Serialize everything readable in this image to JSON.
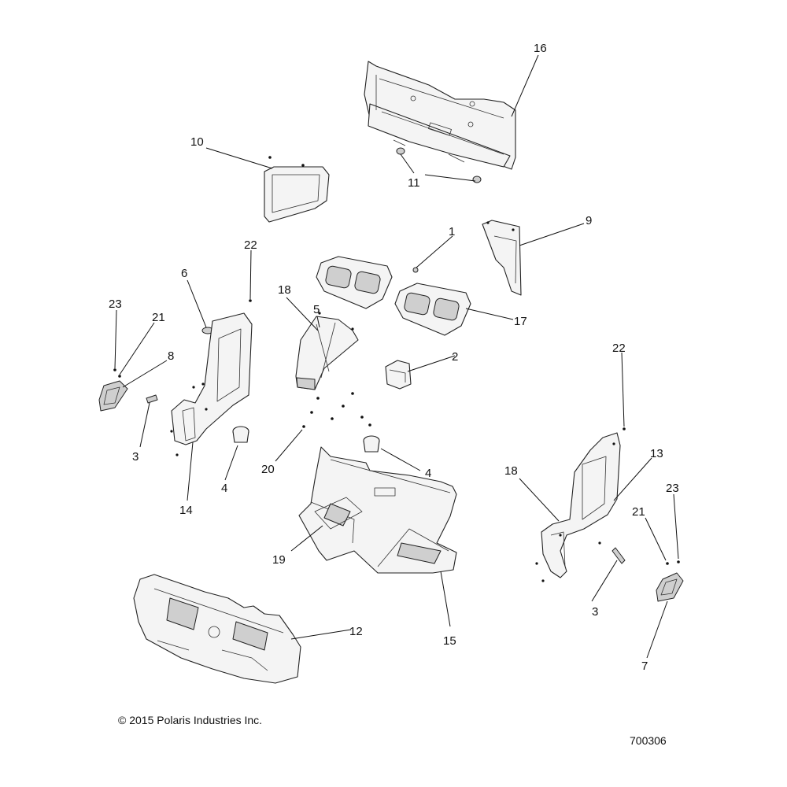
{
  "callouts": [
    "1",
    "2",
    "3",
    "3",
    "4",
    "4",
    "5",
    "6",
    "7",
    "8",
    "9",
    "10",
    "11",
    "12",
    "13",
    "14",
    "15",
    "16",
    "17",
    "18",
    "18",
    "19",
    "20",
    "21",
    "21",
    "22",
    "22",
    "23",
    "23"
  ],
  "copyright": "© 2015 Polaris Industries Inc.",
  "diagram_number": "700306",
  "colors": {
    "line": "#222222",
    "fill": "#f4f4f4",
    "shade": "#cfcfcf",
    "background": "#ffffff"
  }
}
